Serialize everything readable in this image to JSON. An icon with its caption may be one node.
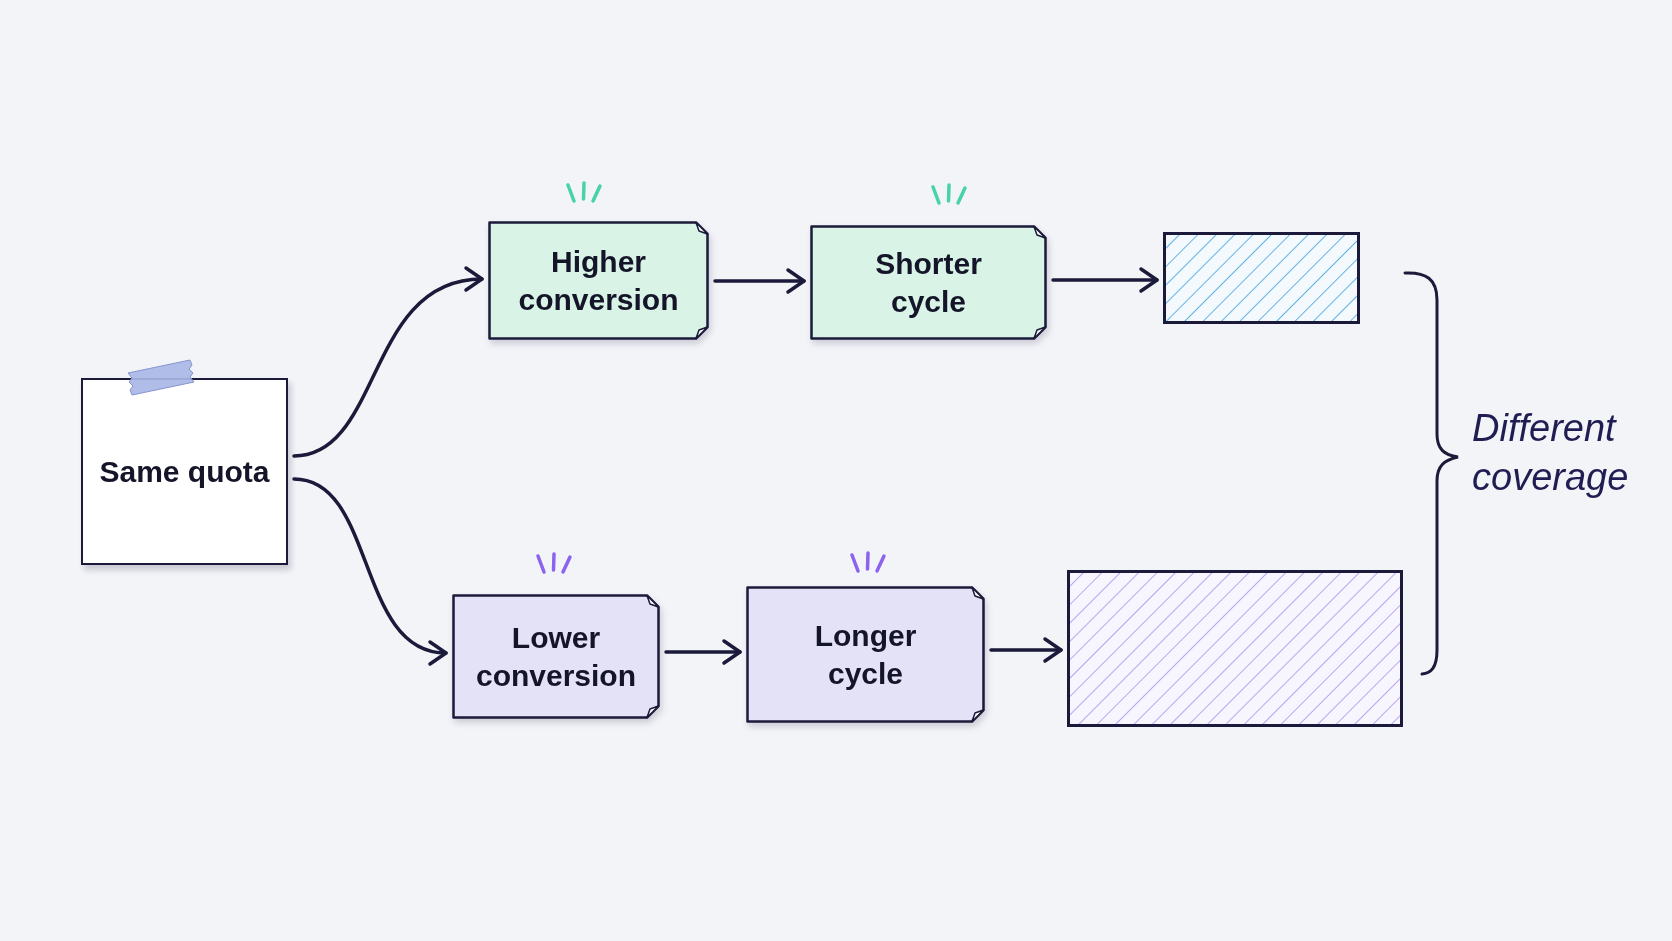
{
  "diagram": {
    "nodes": [
      {
        "text": [
          "Same quota"
        ]
      },
      {
        "text": [
          "Higher conversion"
        ]
      },
      {
        "text": [
          "Shorter cycle"
        ]
      },
      {
        "text": [],
        "shape": "bar"
      },
      {
        "text": [
          "Lower conversion"
        ]
      },
      {
        "text": [
          "Longer cycle"
        ]
      },
      {
        "text": [],
        "shape": "bar"
      }
    ],
    "edges": [
      {
        "from": 0,
        "to": 1,
        "arrow": "to"
      },
      {
        "from": 0,
        "to": 4,
        "arrow": "to"
      },
      {
        "from": 1,
        "to": 2,
        "arrow": "to"
      },
      {
        "from": 2,
        "to": 3,
        "arrow": "to"
      },
      {
        "from": 4,
        "to": 5,
        "arrow": "to"
      },
      {
        "from": 5,
        "to": 6,
        "arrow": "to"
      }
    ],
    "labels": [
      "Different coverage"
    ]
  }
}
